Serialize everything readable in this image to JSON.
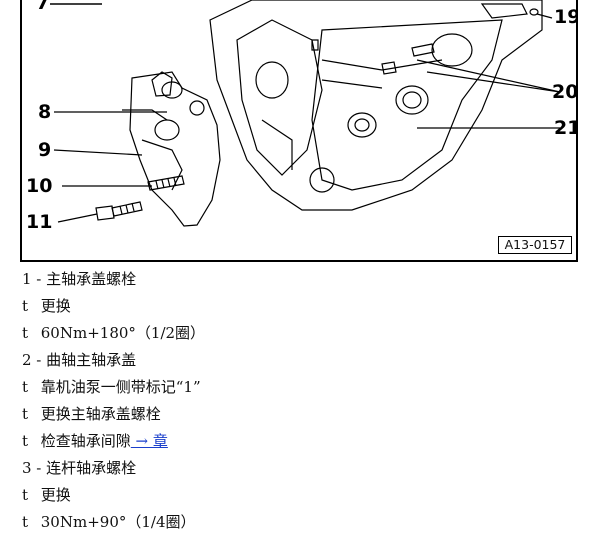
{
  "figure": {
    "callouts": {
      "c7": "7",
      "c8": "8",
      "c9": "9",
      "c10": "10",
      "c11": "11",
      "c19": "19",
      "c20": "20",
      "c21": "21"
    },
    "ref_code": "A13-0157"
  },
  "notes": [
    {
      "mark": "1 -",
      "text": " 主轴承盖螺栓"
    },
    {
      "mark": "t",
      "text": " 更换"
    },
    {
      "mark": "t",
      "text": " 60Nm+180°（1/2圈）"
    },
    {
      "mark": "2 -",
      "text": " 曲轴主轴承盖"
    },
    {
      "mark": "t",
      "text": " 靠机油泵一侧带标记“1”"
    },
    {
      "mark": "t",
      "text": " 更换主轴承盖螺栓"
    },
    {
      "mark": "t",
      "text": " 检查轴承间隙",
      "link": " → 章"
    },
    {
      "mark": "3 -",
      "text": " 连杆轴承螺栓"
    },
    {
      "mark": "t",
      "text": " 更换"
    },
    {
      "mark": "t",
      "text": " 30Nm+90°（1/4圈）"
    }
  ]
}
